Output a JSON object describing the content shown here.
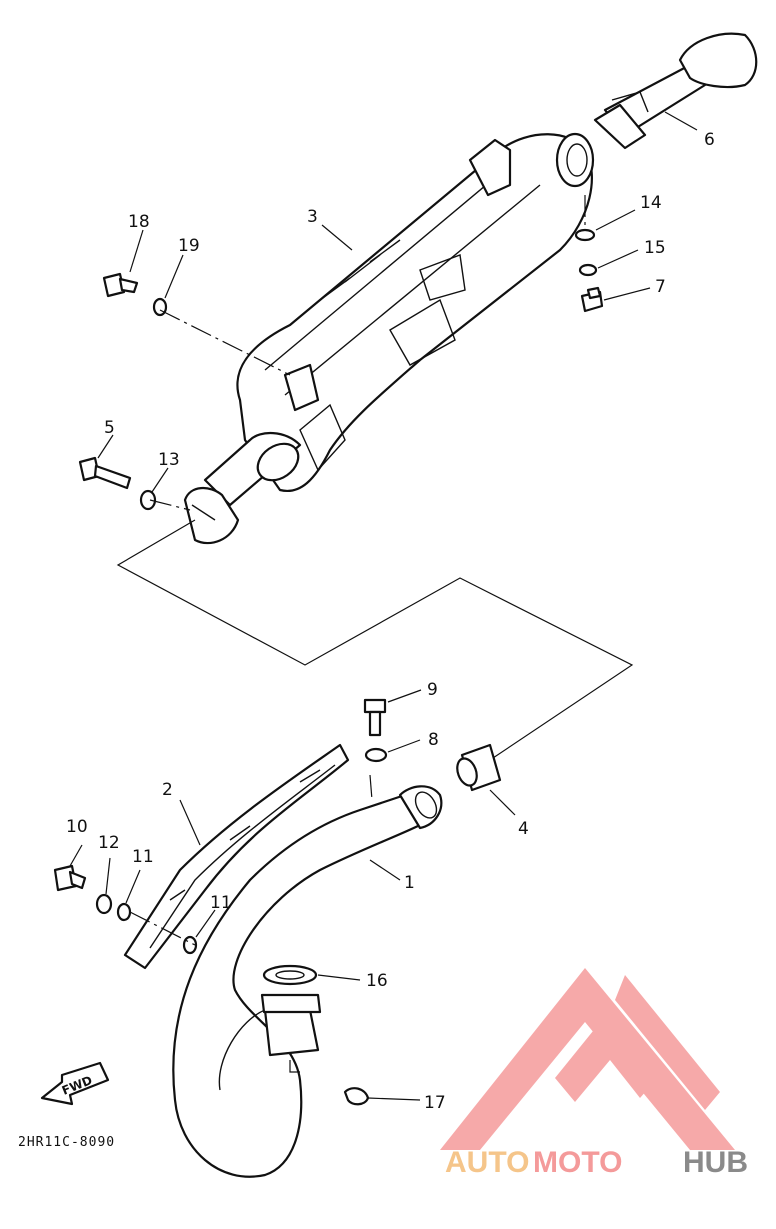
{
  "diagram": {
    "drawing_code": "2HR11C-8090",
    "fwd_label": "FWD",
    "callouts": {
      "c1": "1",
      "c2": "2",
      "c3": "3",
      "c4": "4",
      "c5": "5",
      "c6": "6",
      "c7": "7",
      "c8": "8",
      "c9": "9",
      "c10": "10",
      "c11a": "11",
      "c11b": "11",
      "c12": "12",
      "c13": "13",
      "c14": "14",
      "c15": "15",
      "c16": "16",
      "c17": "17",
      "c18": "18",
      "c19": "19"
    }
  },
  "watermark": {
    "word_part1": "AUTO",
    "word_part2": "MOTO",
    "word_part3": "HUB",
    "color_part1": "#f5c58a",
    "color_part2": "#f49a9a",
    "color_part3": "#8a8a8a",
    "triangle_color": "#f49a9a"
  }
}
